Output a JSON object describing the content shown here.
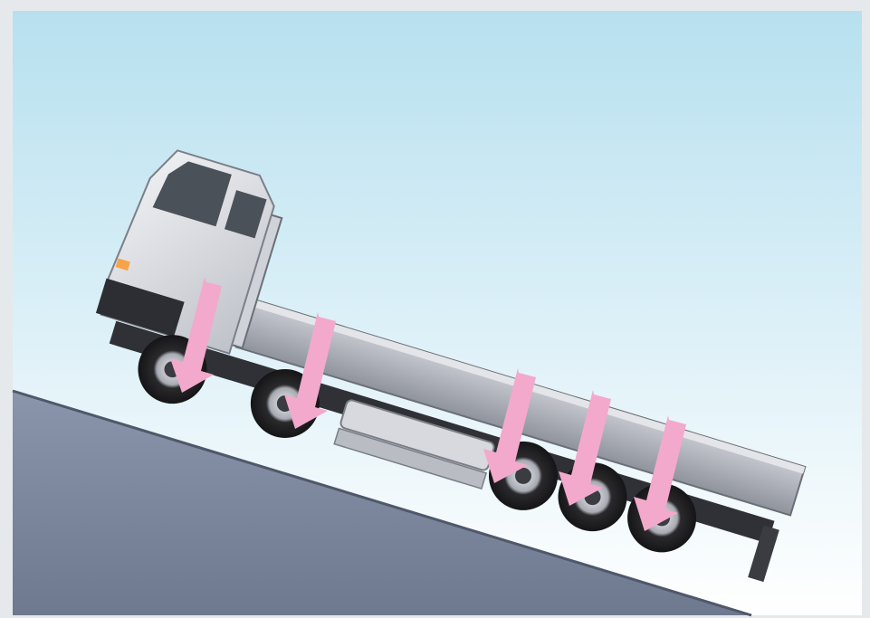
{
  "scene": {
    "subject": "truck-on-slope",
    "colors": {
      "sky_top": "#b7e0ef",
      "sky_bottom": "#ffffff",
      "ground": "#7b869c",
      "ground_edge": "#5b6477",
      "arrow": "#f2a9cc",
      "truck_body": "#dcdde2",
      "truck_dark": "#3c3f46",
      "wheel": "#2a2a2d",
      "hub": "#c9cbd0"
    },
    "arrow_count": 5,
    "wheel_count": 5
  }
}
